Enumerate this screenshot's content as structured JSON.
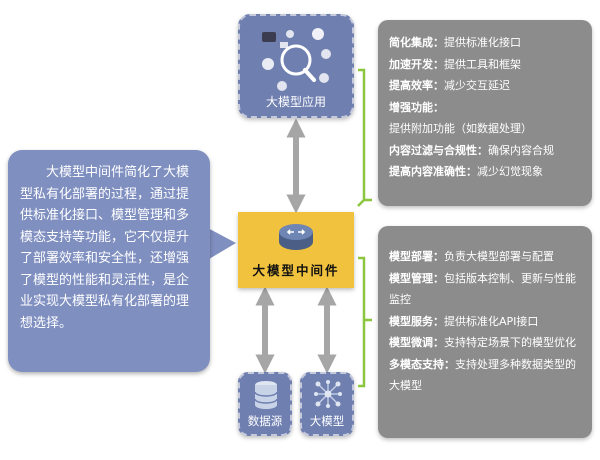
{
  "nodes": {
    "app": "大模型应用",
    "middleware": "大模型中间件",
    "datasource": "数据源",
    "model": "大模型"
  },
  "top_panel": [
    {
      "key": "简化集成：",
      "val": "提供标准化接口"
    },
    {
      "key": "加速开发：",
      "val": "提供工具和框架"
    },
    {
      "key": "提高效率：",
      "val": "减少交互延迟"
    },
    {
      "key": "增强功能：",
      "val": "提供附加功能（如数据处理）"
    },
    {
      "key": "内容过滤与合规性：",
      "val": "确保内容合规"
    },
    {
      "key": "提高内容准确性：",
      "val": "减少幻觉现象"
    }
  ],
  "bottom_panel": [
    {
      "key": "模型部署：",
      "val": "负责大模型部署与配置"
    },
    {
      "key": "模型管理：",
      "val": "包括版本控制、更新与性能监控"
    },
    {
      "key": "模型服务：",
      "val": "提供标准化API接口"
    },
    {
      "key": "模型微调：",
      "val": "支持特定场景下的模型优化"
    },
    {
      "key": "多模态支持：",
      "val": "支持处理多种数据类型的大模型"
    }
  ],
  "note": "大模型中间件简化了大模型私有化部署的过程，通过提供标准化接口、模型管理和多模态支持等功能，它不仅提升了部署效率和安全性，还增强了模型的性能和灵活性，是企业实现大模型私有化部署的理想选择。",
  "icons": {
    "app": "app-cluster-icon",
    "middleware": "router-icon",
    "datasource": "database-icon",
    "model": "neural-network-icon"
  },
  "colors": {
    "node_blue": "#6f7fb0",
    "middleware": "#f0c23d",
    "panel_gray": "#8c8c8c",
    "bracket_green": "#8cc63f",
    "arrow_gray": "#a6a6a6"
  }
}
